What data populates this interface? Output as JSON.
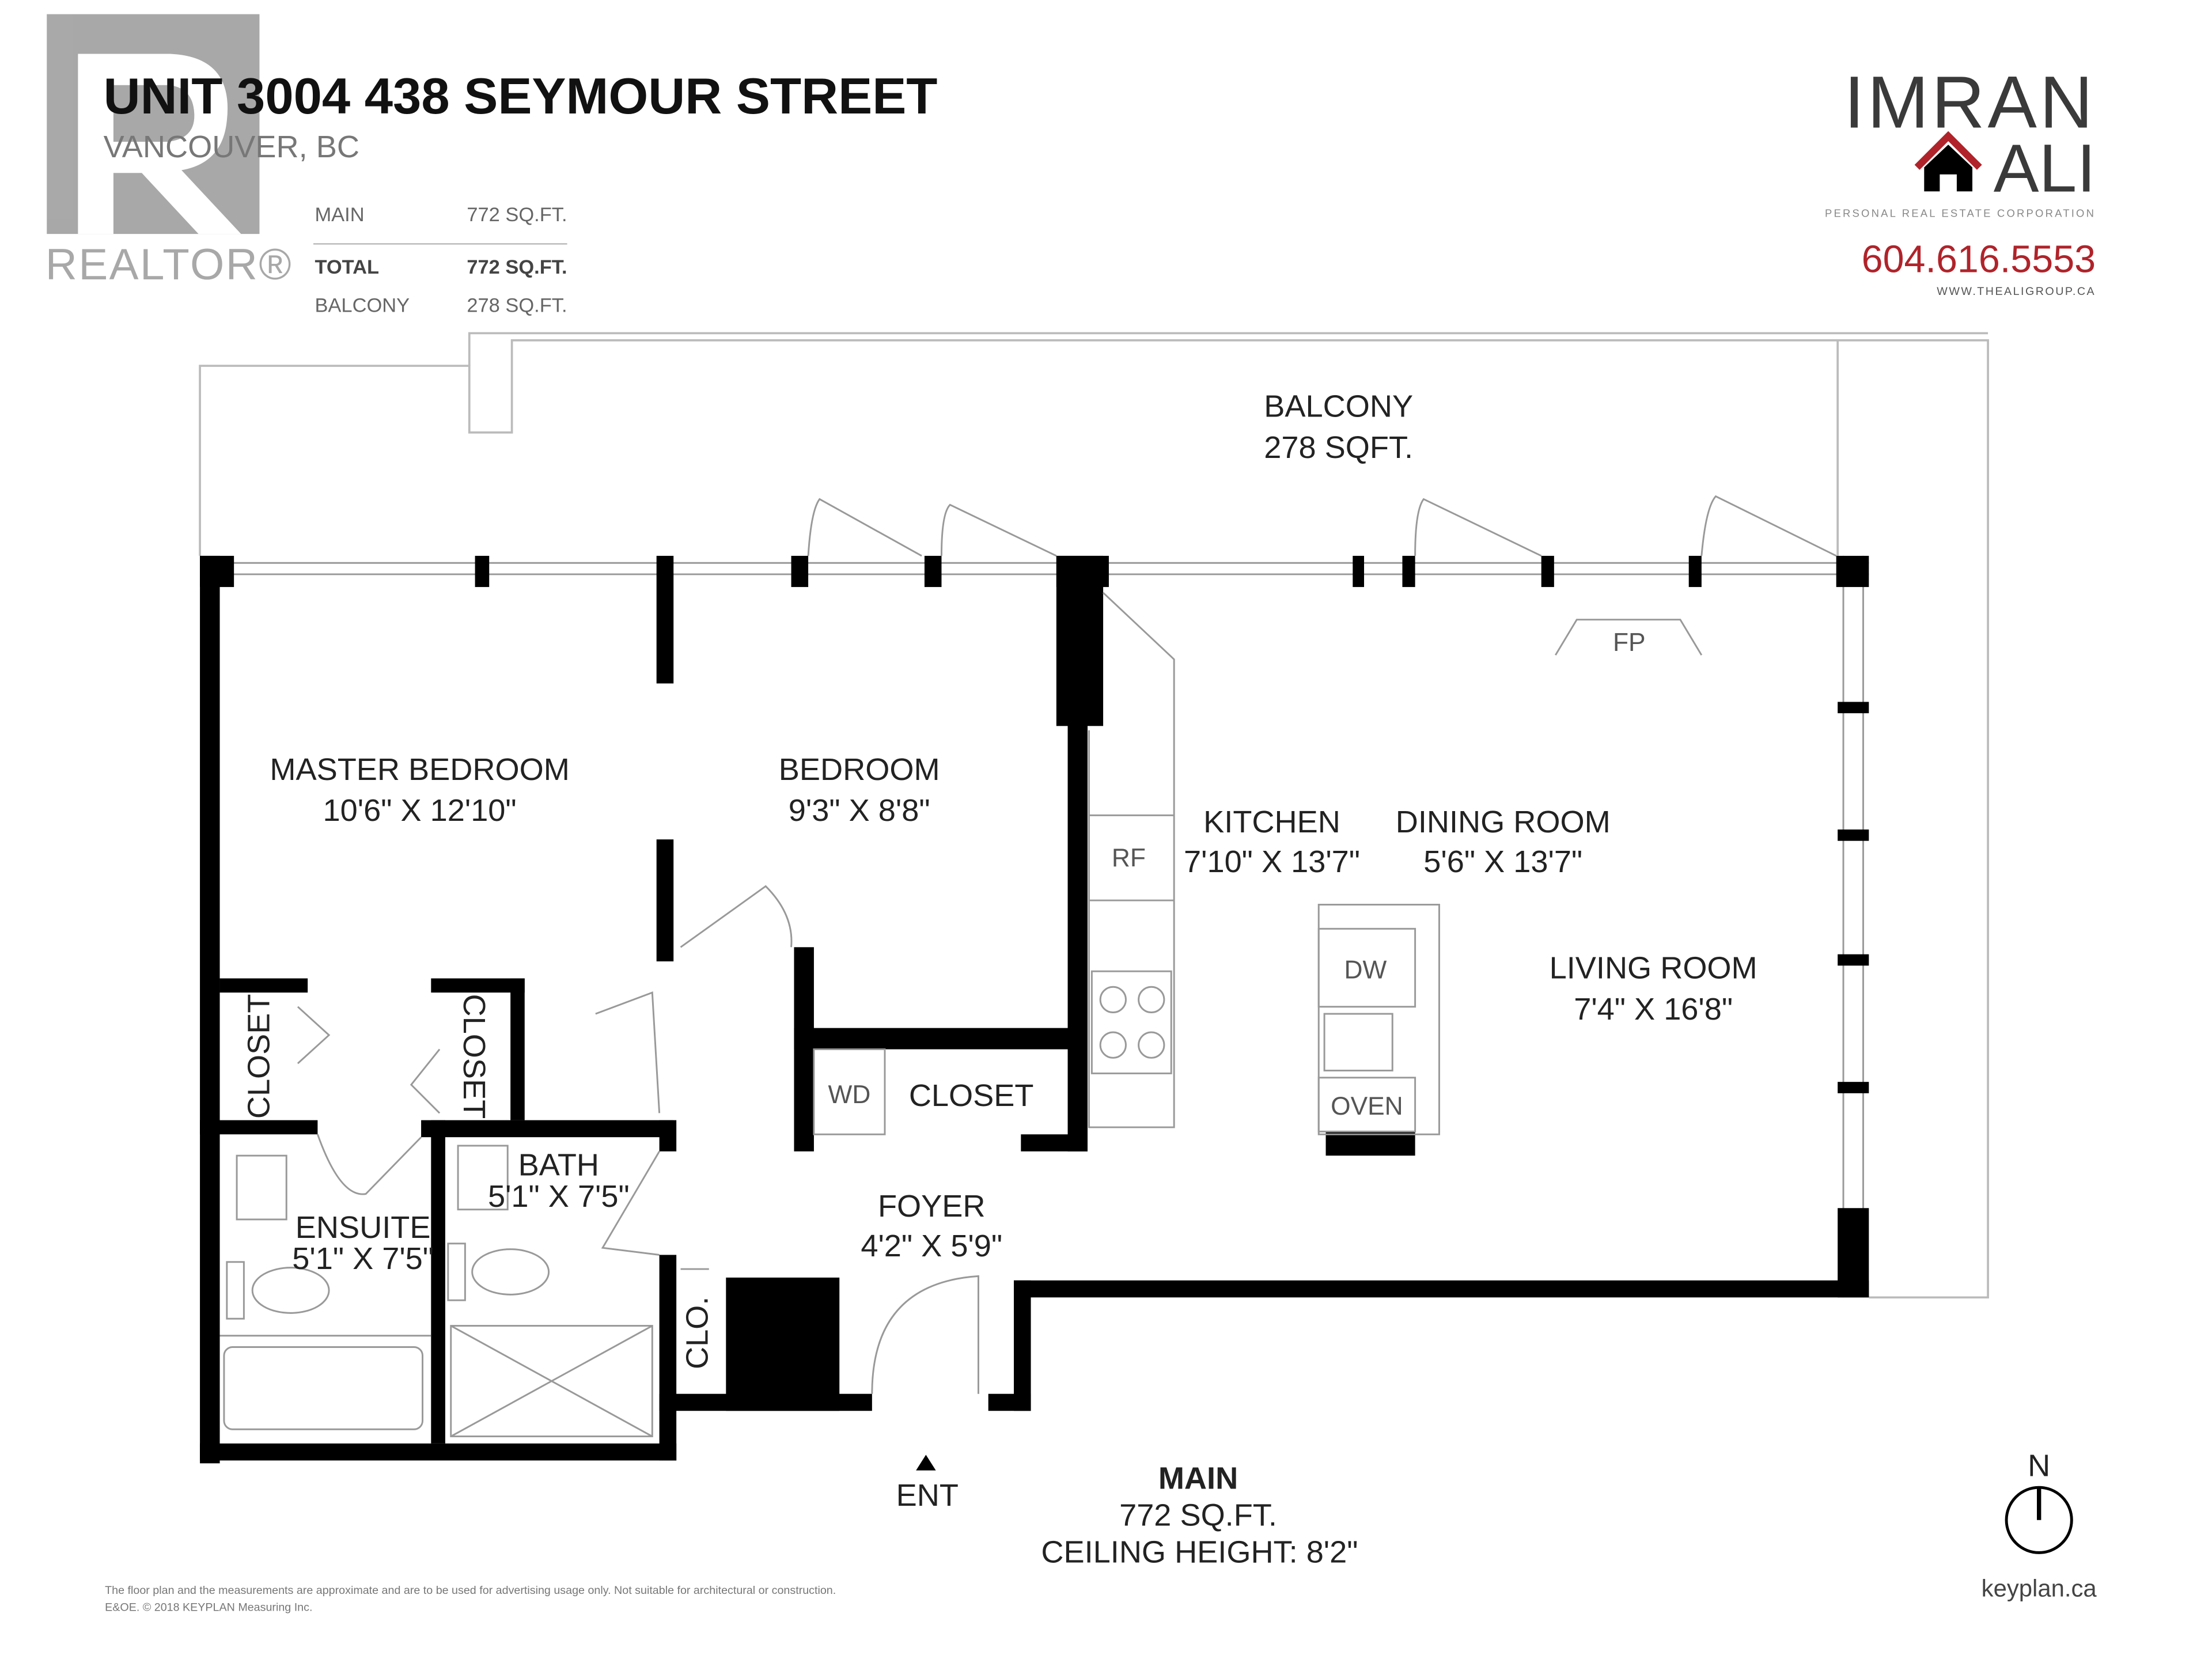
{
  "header": {
    "title": "UNIT 3004 438 SEYMOUR STREET",
    "subtitle": "VANCOUVER, BC",
    "areas": [
      {
        "label": "MAIN",
        "value": "772 SQ.FT."
      },
      {
        "label": "TOTAL",
        "value": "772 SQ.FT."
      },
      {
        "label": "BALCONY",
        "value": "278 SQ.FT."
      }
    ]
  },
  "realtor_logo": {
    "text": "REALTOR®",
    "color": "#9a9a9a"
  },
  "agent_logo": {
    "line1": "IMRAN",
    "line2": "ALI",
    "tagline": "PERSONAL REAL ESTATE CORPORATION",
    "phone": "604.616.5553",
    "website": "WWW.THEALIGROUP.CA",
    "accent_color": "#b0232a",
    "text_color": "#3a3a3a"
  },
  "balcony": {
    "name": "BALCONY",
    "area": "278 SQFT."
  },
  "rooms": [
    {
      "name": "MASTER BEDROOM",
      "size": "10'6\" X 12'10\""
    },
    {
      "name": "BEDROOM",
      "size": "9'3\" X 8'8\""
    },
    {
      "name": "KITCHEN",
      "size": "7'10\" X 13'7\""
    },
    {
      "name": "DINING ROOM",
      "size": "5'6\" X 13'7\""
    },
    {
      "name": "LIVING ROOM",
      "size": "7'4\" X 16'8\""
    },
    {
      "name": "BATH",
      "size": "5'1\" X 7'5\""
    },
    {
      "name": "ENSUITE",
      "size": "5'1\" X 7'5\""
    },
    {
      "name": "FOYER",
      "size": "4'2\" X 5'9\""
    }
  ],
  "fixtures": {
    "fireplace": "FP",
    "fridge": "RF",
    "dishwasher": "DW",
    "oven": "OVEN",
    "washer_dryer": "WD",
    "closet": "CLOSET",
    "closet_short": "CLO."
  },
  "entrance": "ENT",
  "summary": {
    "level": "MAIN",
    "area": "772 SQ.FT.",
    "ceiling": "CEILING HEIGHT: 8'2\""
  },
  "compass": "N",
  "brand": "keyplan.ca",
  "disclaimer": [
    "The floor plan and the measurements are approximate and are to be used for advertising usage only. Not suitable for architectural or construction.",
    "E&OE. © 2018 KEYPLAN Measuring Inc."
  ]
}
